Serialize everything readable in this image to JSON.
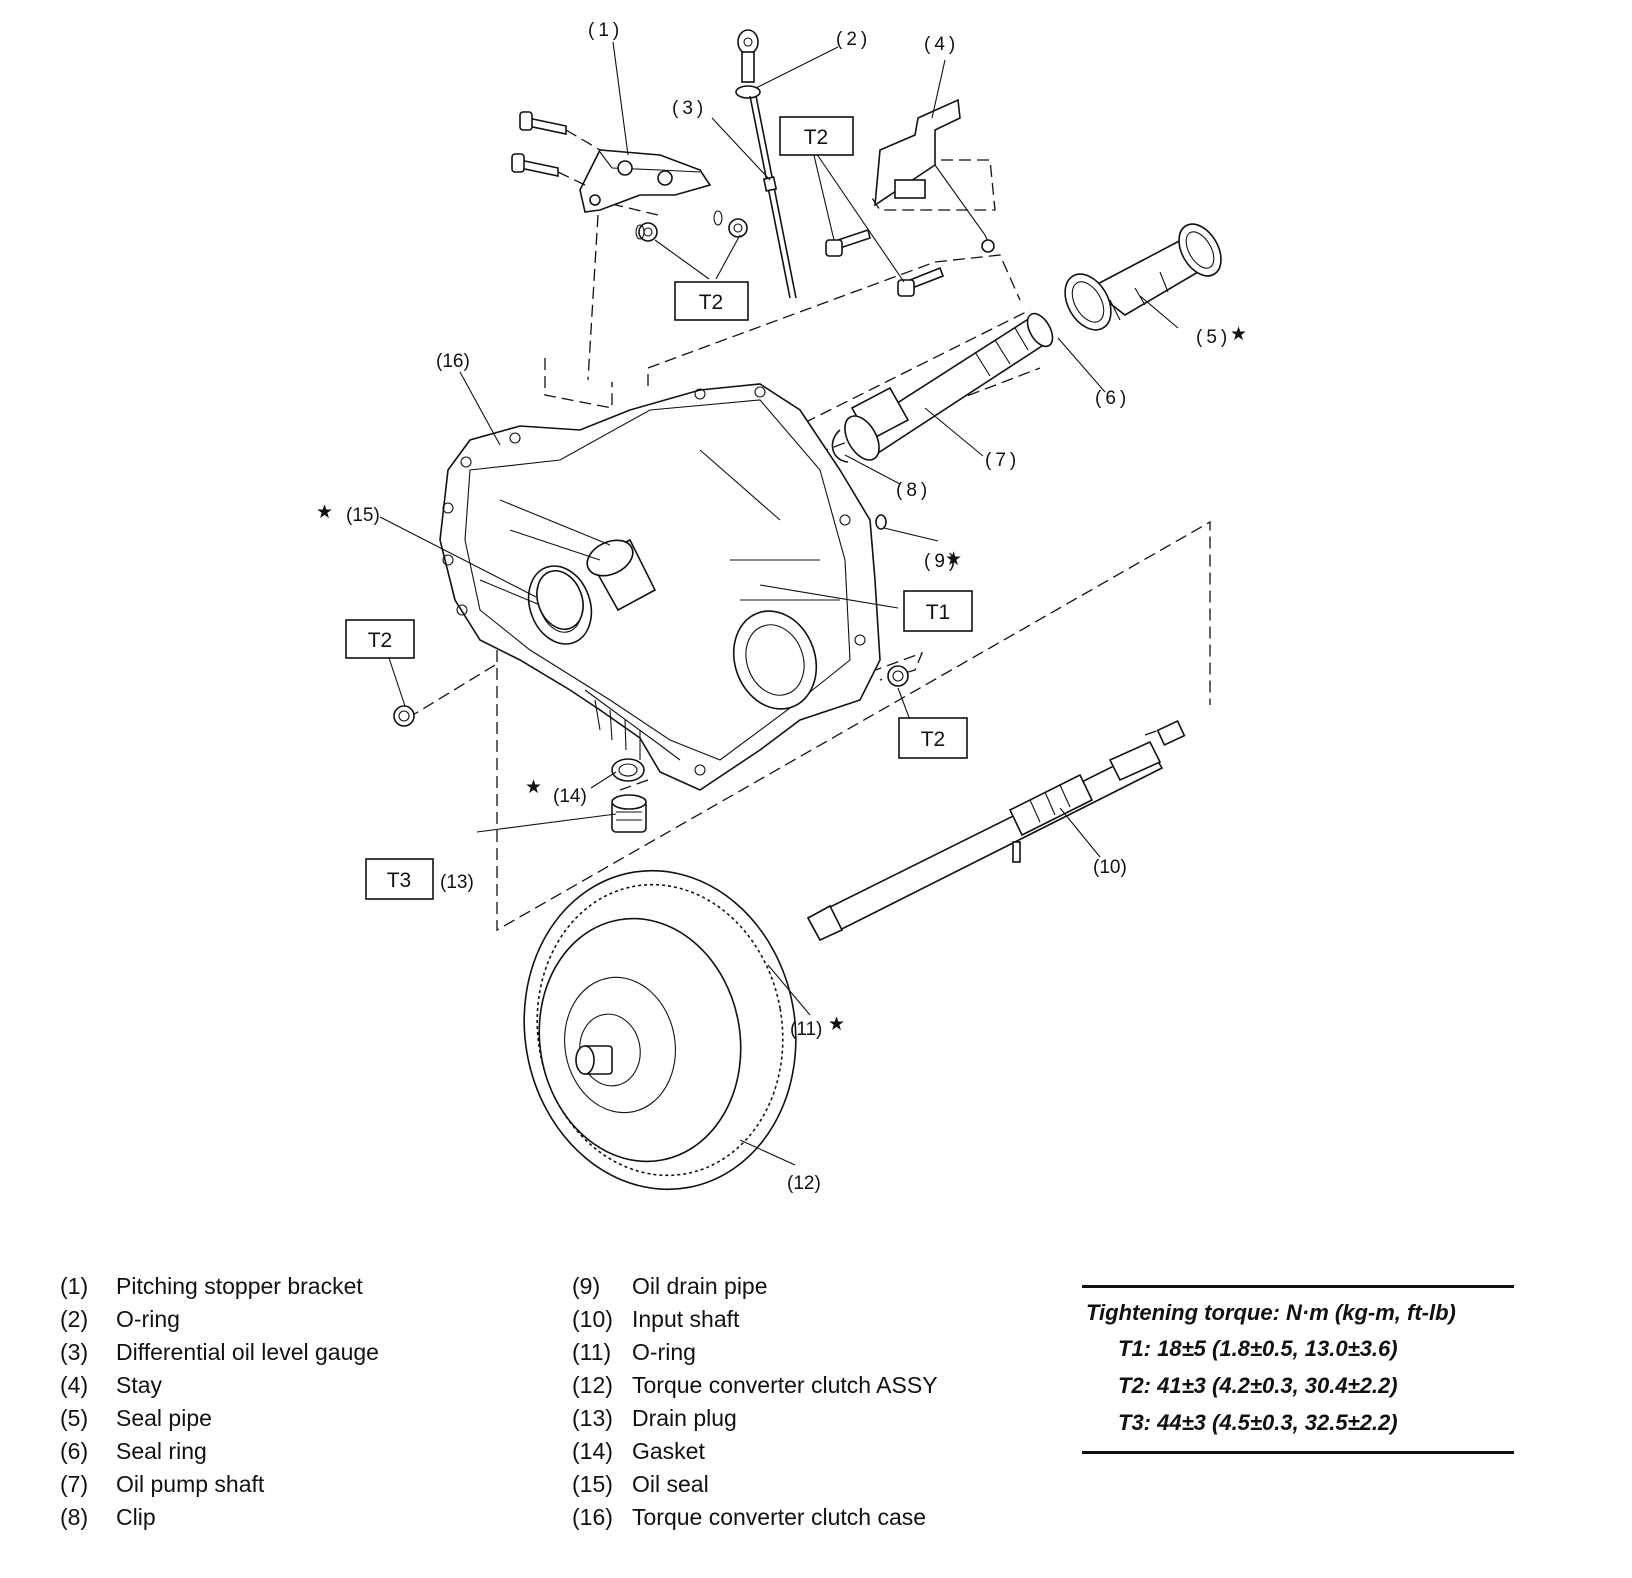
{
  "callouts": {
    "c1": "(1)",
    "c2": "(2)",
    "c3": "(3)",
    "c4": "(4)",
    "c5": "(5)",
    "c6": "(6)",
    "c7": "(7)",
    "c8": "(8)",
    "c9": "(9)",
    "c10": "(10)",
    "c11": "(11)",
    "c12": "(12)",
    "c13": "(13)",
    "c14": "(14)",
    "c15": "(15)",
    "c16": "(16)"
  },
  "torque_boxes": {
    "t2_top_right": "T2",
    "t2_top_left": "T2",
    "t2_left": "T2",
    "t1": "T1",
    "t2_right": "T2",
    "t3": "T3"
  },
  "legend_left": [
    {
      "num": "(1)",
      "name": "Pitching stopper bracket"
    },
    {
      "num": "(2)",
      "name": "O-ring"
    },
    {
      "num": "(3)",
      "name": "Differential oil level gauge"
    },
    {
      "num": "(4)",
      "name": "Stay"
    },
    {
      "num": "(5)",
      "name": "Seal pipe"
    },
    {
      "num": "(6)",
      "name": "Seal ring"
    },
    {
      "num": "(7)",
      "name": "Oil pump shaft"
    },
    {
      "num": "(8)",
      "name": "Clip"
    }
  ],
  "legend_right": [
    {
      "num": "(9)",
      "name": "Oil drain pipe"
    },
    {
      "num": "(10)",
      "name": "Input shaft"
    },
    {
      "num": "(11)",
      "name": "O-ring"
    },
    {
      "num": "(12)",
      "name": "Torque converter clutch ASSY"
    },
    {
      "num": "(13)",
      "name": "Drain plug"
    },
    {
      "num": "(14)",
      "name": "Gasket"
    },
    {
      "num": "(15)",
      "name": "Oil seal"
    },
    {
      "num": "(16)",
      "name": "Torque converter clutch case"
    }
  ],
  "torque_table": {
    "header": "Tightening torque: N·m (kg-m, ft-lb)",
    "rows": [
      "T1: 18±5 (1.8±0.5, 13.0±3.6)",
      "T2: 41±3 (4.2±0.3, 30.4±2.2)",
      "T3: 44±3 (4.5±0.3, 32.5±2.2)"
    ]
  },
  "marks": {
    "star": "★"
  }
}
